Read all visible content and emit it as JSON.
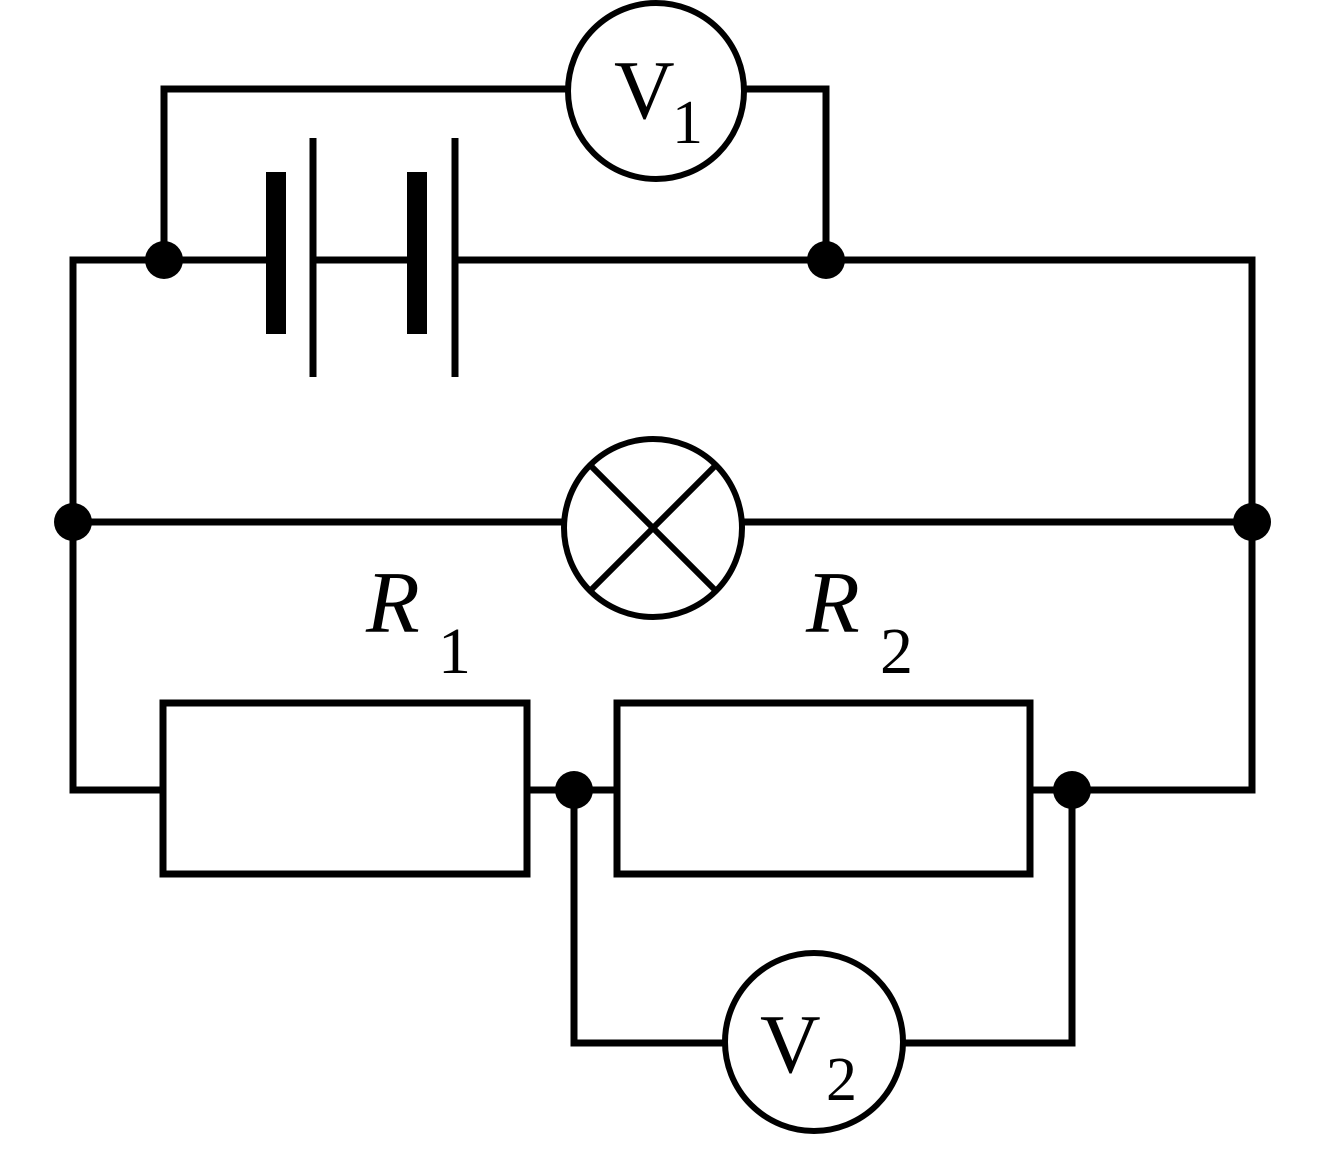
{
  "diagram": {
    "voltmeter_1": {
      "letter": "V",
      "sub": "1"
    },
    "voltmeter_2": {
      "letter": "V",
      "sub": "2"
    },
    "resistor_1": {
      "letter": "R",
      "sub": "1"
    },
    "resistor_2": {
      "letter": "R",
      "sub": "2"
    }
  }
}
